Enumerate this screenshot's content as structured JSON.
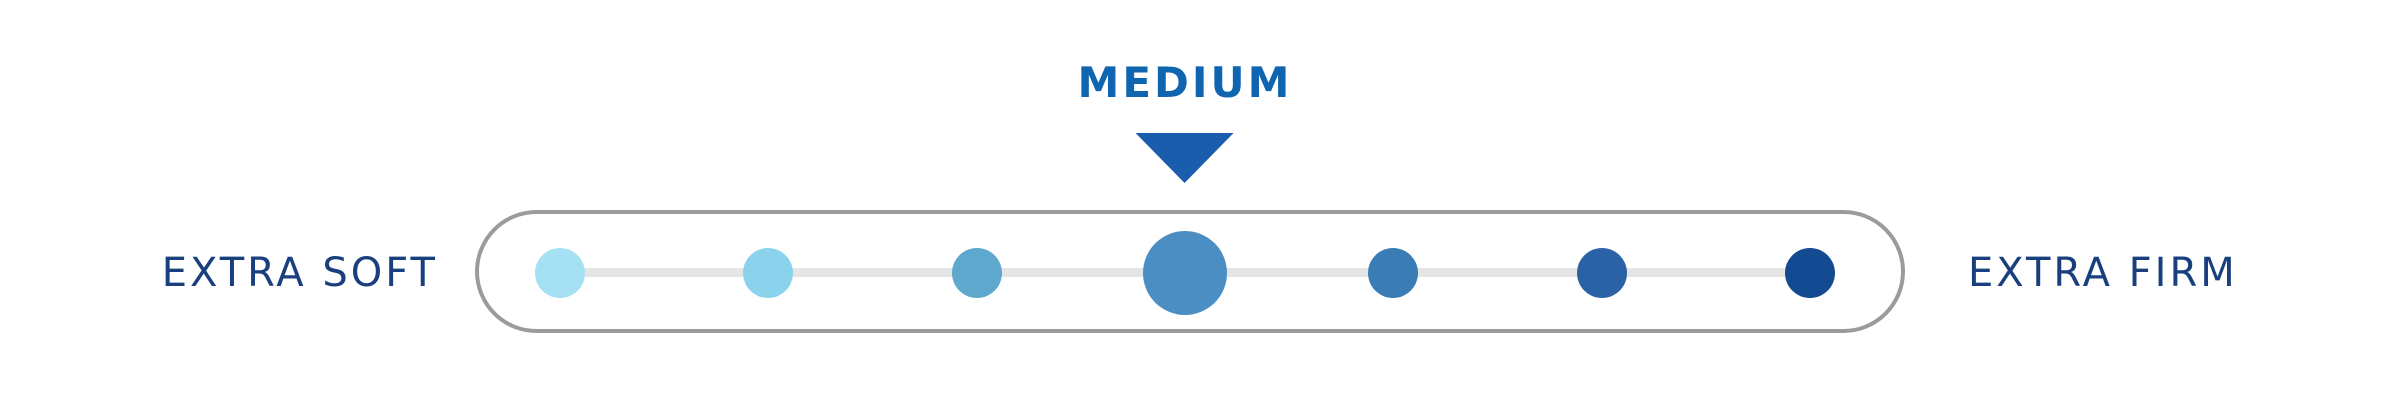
{
  "app": {
    "background_color": "#ffffff"
  },
  "firmness_scale": {
    "left_label": "EXTRA SOFT",
    "right_label": "EXTRA FIRM",
    "label_color": "#1a3f7e",
    "marker": {
      "label": "MEDIUM",
      "label_color": "#1065b1",
      "arrow_icon": "triangle-down",
      "arrow_color": "#1b5dad",
      "selected_index": 3
    },
    "pill": {
      "border_color": "#9b9b9b",
      "track_color": "#e5e5e5"
    },
    "dots": [
      {
        "level": 1,
        "color": "#a6e1f3",
        "selected": false
      },
      {
        "level": 2,
        "color": "#8bd3ec",
        "selected": false
      },
      {
        "level": 3,
        "color": "#5ea8cd",
        "selected": false
      },
      {
        "level": 4,
        "color": "#4a8ec4",
        "selected": true
      },
      {
        "level": 5,
        "color": "#3a7cb4",
        "selected": false
      },
      {
        "level": 6,
        "color": "#2a62a5",
        "selected": false
      },
      {
        "level": 7,
        "color": "#134a91",
        "selected": false
      }
    ]
  }
}
